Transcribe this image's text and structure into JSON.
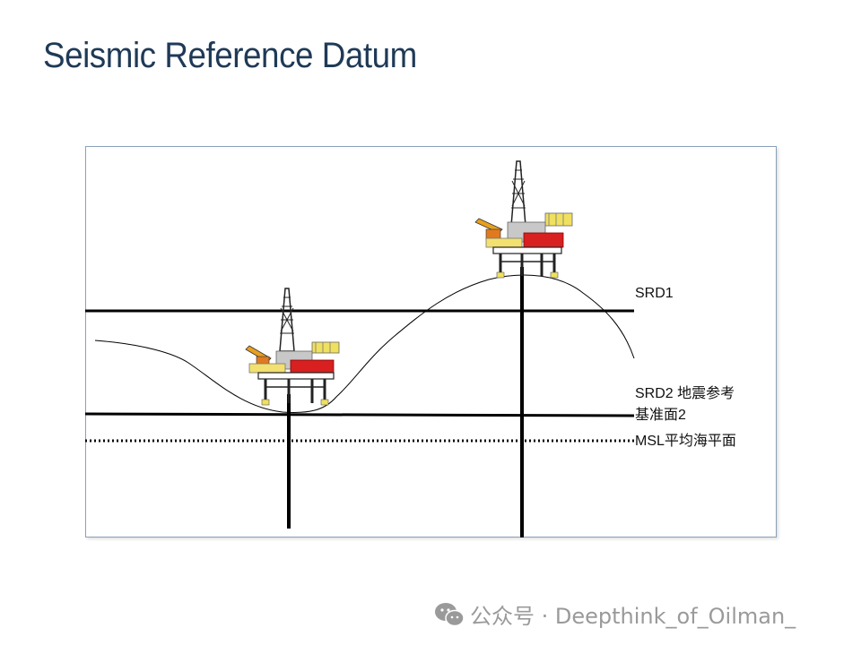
{
  "title": "Seismic Reference Datum",
  "labels": {
    "srd1": "SRD1",
    "srd2_line1": "SRD2 地震参考",
    "srd2_line2": "基准面2",
    "msl": "MSL平均海平面"
  },
  "watermark": {
    "source": "公众号 · Deepthink_of_Oilman_"
  },
  "colors": {
    "title": "#1f3a57",
    "line": "#000000",
    "frame": "#8aa0b8"
  }
}
